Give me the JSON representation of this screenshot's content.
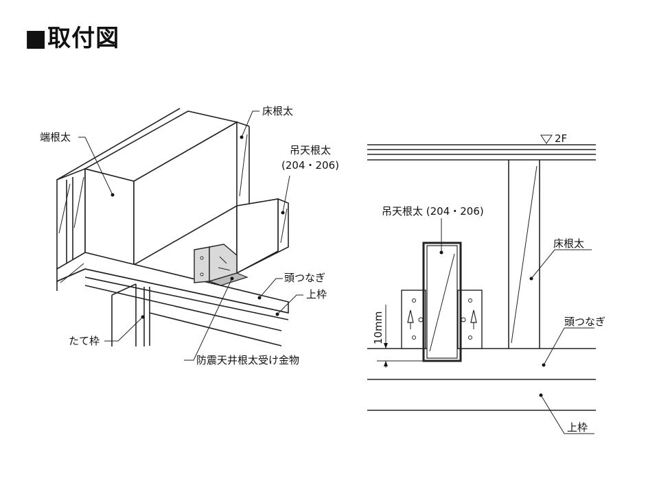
{
  "page": {
    "title": "■取付図"
  },
  "left_diagram": {
    "labels": {
      "end_joist": "端根太",
      "floor_joist": "床根太",
      "ceiling_joist": "吊天根太",
      "ceiling_joist_size": "(204・206)",
      "head_tie": "頭つなぎ",
      "top_plate": "上枠",
      "stud": "たて枠",
      "hanger": "防震天井根太受け金物"
    }
  },
  "right_diagram": {
    "labels": {
      "level": "2F",
      "ceiling_joist": "吊天根太 (204・206)",
      "floor_joist": "床根太",
      "head_tie": "頭つなぎ",
      "top_plate": "上枠",
      "gap": "10mm"
    }
  }
}
